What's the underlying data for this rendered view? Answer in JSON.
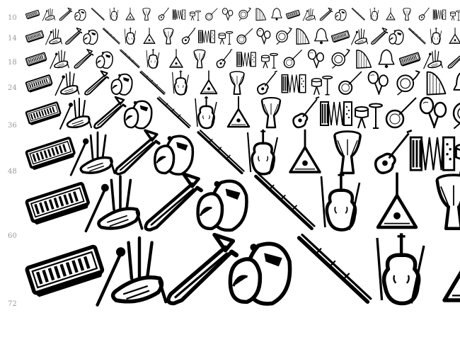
{
  "sample": {
    "font_kind": "musical-instruments-dingbat",
    "glyph_sequence": [
      "keyboard-icon",
      "bagpipe-icon",
      "trombone-icon",
      "castanets-icon",
      "flute-icon",
      "violin-icon",
      "balalaika-icon",
      "djembe-icon",
      "guitar-icon",
      "accordion-icon",
      "drum-kit-icon",
      "banjo-icon",
      "maracas-icon",
      "french-horn-icon",
      "harp-icon",
      "bell-icon"
    ],
    "ink_color": "#000000",
    "background_color": "#ffffff",
    "label_color": "#9a9a9a"
  },
  "size_labels": [
    {
      "value": "10"
    },
    {
      "value": "14"
    },
    {
      "value": "18"
    },
    {
      "value": "24"
    },
    {
      "value": "36"
    },
    {
      "value": "48"
    },
    {
      "value": "60"
    },
    {
      "value": "72"
    }
  ]
}
